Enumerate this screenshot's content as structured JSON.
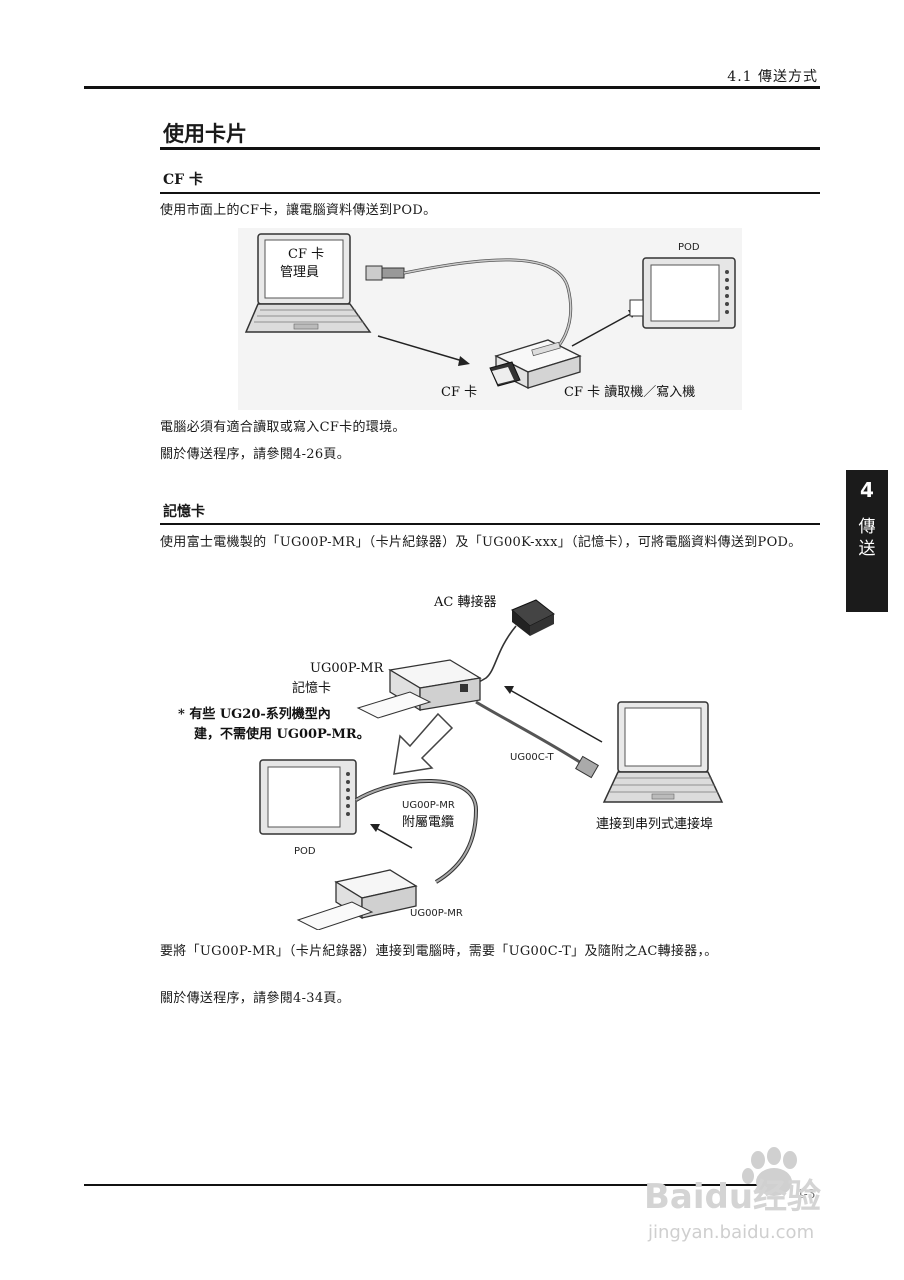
{
  "header": {
    "section": "4.1 傳送方式"
  },
  "title": "使用卡片",
  "cf": {
    "heading": "CF 卡",
    "intro": "使用市面上的CF卡，讓電腦資料傳送到POD。",
    "diagram": {
      "pc_label_line1": "CF 卡",
      "pc_label_line2": "管理員",
      "pod_label": "POD",
      "card_label": "CF 卡",
      "reader_label": "CF 卡 讀取機／寫入機"
    },
    "note1": "電腦必須有適合讀取或寫入CF卡的環境。",
    "note2": "關於傳送程序，請參閱4-26頁。"
  },
  "memory": {
    "heading": "記憶卡",
    "intro": "使用富士電機製的「UG00P-MR」（卡片紀錄器）及「UG00K-xxx」（記憶卡），可將電腦資料傳送到POD。",
    "diagram": {
      "ac_label": "AC 轉接器",
      "mr_label": "UG00P-MR",
      "card_label": "記憶卡",
      "note_line1": "* 有些 UG20-系列機型內",
      "note_line2": "建，不需使用 UG00P-MR。",
      "cable_label": "UG00C-T",
      "att_label_top": "UG00P-MR",
      "att_label": "附屬電纜",
      "serial_label": "連接到串列式連接埠",
      "pod_label": "POD",
      "mr_bottom_label": "UG00P-MR"
    },
    "note1": "要將「UG00P-MR」（卡片紀錄器）連接到電腦時，需要「UG00C-T」及隨附之AC轉接器，。",
    "note2": "關於傳送程序，請參閱4-34頁。"
  },
  "side_tab": {
    "number": "4",
    "text_line1": "傳",
    "text_line2": "送"
  },
  "footer": {
    "page": "4-3",
    "watermark_text": "Baidu经验",
    "watermark_url": "jingyan.baidu.com"
  }
}
